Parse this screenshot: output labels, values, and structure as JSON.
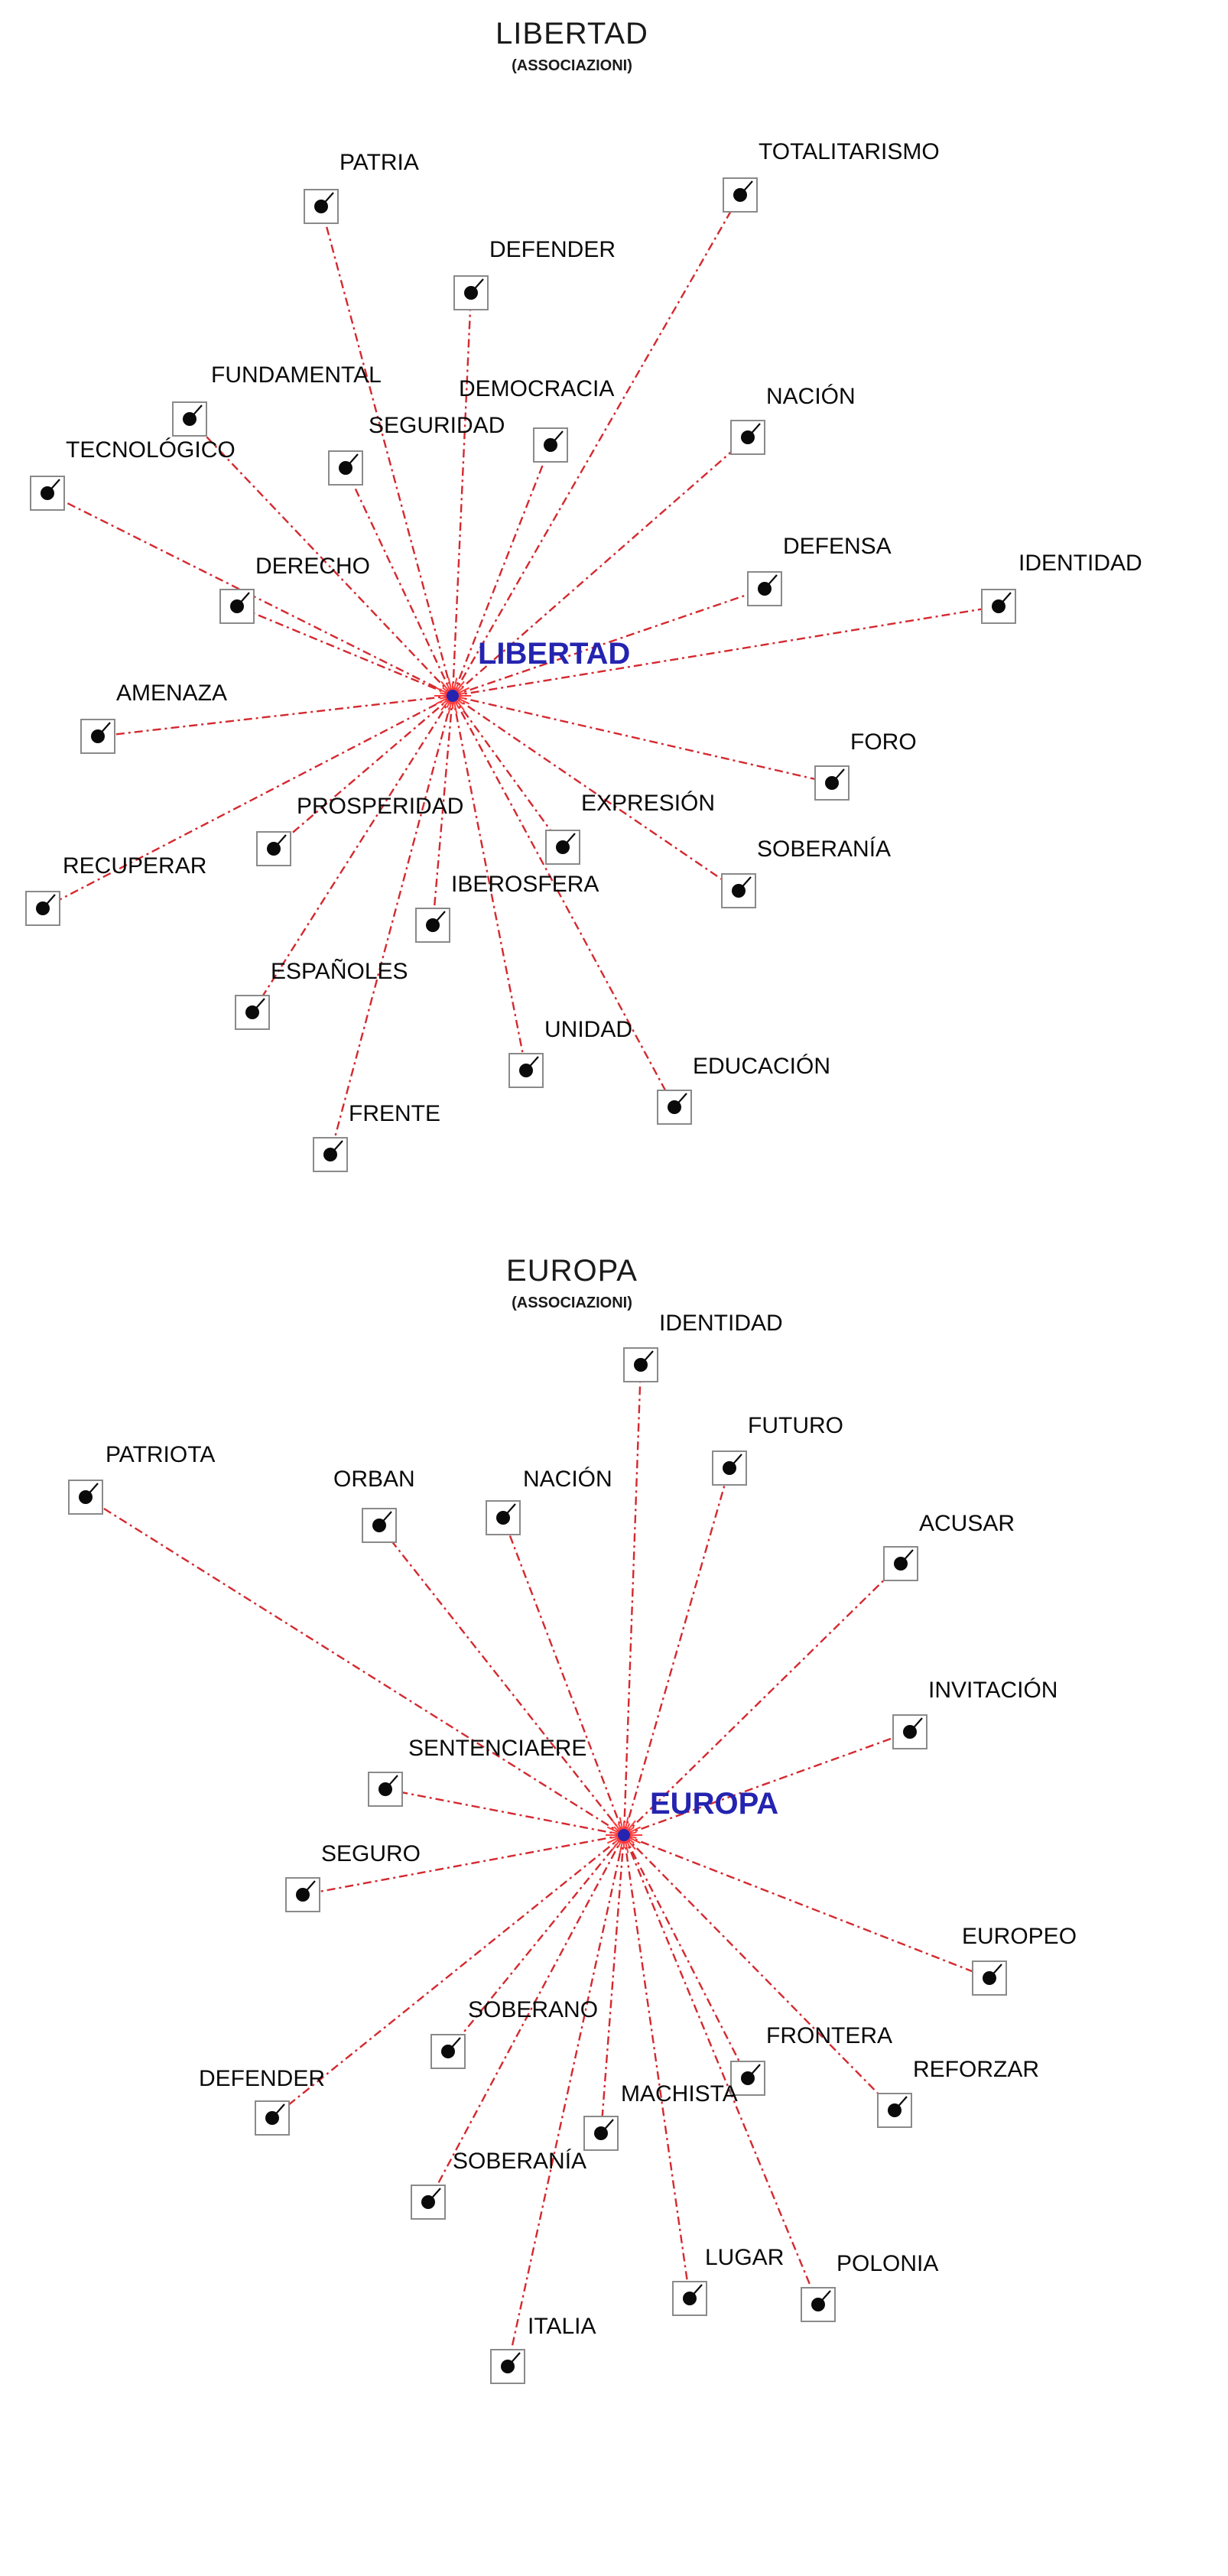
{
  "graphs": [
    {
      "id": "libertad",
      "title": "LIBERTAD",
      "subtitle": "(ASSOCIAZIONI)",
      "hub": {
        "label": "LIBERTAD"
      },
      "nodes": [
        {
          "label": "PATRIA"
        },
        {
          "label": "TOTALITARISMO"
        },
        {
          "label": "DEFENDER"
        },
        {
          "label": "FUNDAMENTAL"
        },
        {
          "label": "DEMOCRACIA"
        },
        {
          "label": "NACIÓN"
        },
        {
          "label": "SEGURIDAD"
        },
        {
          "label": "TECNOLÓGICO"
        },
        {
          "label": "DEFENSA"
        },
        {
          "label": "IDENTIDAD"
        },
        {
          "label": "DERECHO"
        },
        {
          "label": "AMENAZA"
        },
        {
          "label": "FORO"
        },
        {
          "label": "EXPRESIÓN"
        },
        {
          "label": "PROSPERIDAD"
        },
        {
          "label": "SOBERANÍA"
        },
        {
          "label": "RECUPERAR"
        },
        {
          "label": "IBEROSFERA"
        },
        {
          "label": "ESPAÑOLES"
        },
        {
          "label": "UNIDAD"
        },
        {
          "label": "EDUCACIÓN"
        },
        {
          "label": "FRENTE"
        }
      ]
    },
    {
      "id": "europa",
      "title": "EUROPA",
      "subtitle": "(ASSOCIAZIONI)",
      "hub": {
        "label": "EUROPA"
      },
      "nodes": [
        {
          "label": "IDENTIDAD"
        },
        {
          "label": "FUTURO"
        },
        {
          "label": "PATRIOTA"
        },
        {
          "label": "ORBAN"
        },
        {
          "label": "NACIÓN"
        },
        {
          "label": "ACUSAR"
        },
        {
          "label": "INVITACIÓN"
        },
        {
          "label": "SENTENCIAERE"
        },
        {
          "label": "SEGURO"
        },
        {
          "label": "EUROPEO"
        },
        {
          "label": "SOBERANO"
        },
        {
          "label": "FRONTERA"
        },
        {
          "label": "REFORZAR"
        },
        {
          "label": "DEFENDER"
        },
        {
          "label": "MACHISTA"
        },
        {
          "label": "SOBERANÍA"
        },
        {
          "label": "LUGAR"
        },
        {
          "label": "POLONIA"
        },
        {
          "label": "ITALIA"
        }
      ]
    }
  ]
}
